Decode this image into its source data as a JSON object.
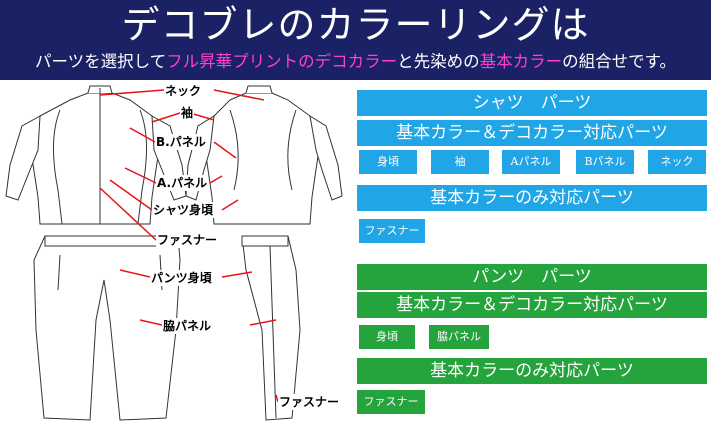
{
  "header": {
    "title": "デコブレのカラーリングは",
    "subtitle_parts": [
      {
        "text": "パーツを選択して",
        "color": "#ffffff"
      },
      {
        "text": "フル昇華プリントのデコカラー",
        "color": "#ff3fd3"
      },
      {
        "text": "と先染めの",
        "color": "#ffffff"
      },
      {
        "text": "基本カラー",
        "color": "#ff3fd3"
      },
      {
        "text": "の組合せです。",
        "color": "#ffffff"
      }
    ],
    "bg_color": "#1a2165"
  },
  "diagram_labels": {
    "neck": "ネック",
    "sleeve": "袖",
    "b_panel": "B.パネル",
    "a_panel": "A.パネル",
    "shirt_body": "シャツ身頃",
    "fastener_shirt": "ファスナー",
    "pants_body": "パンツ身頃",
    "side_panel": "脇パネル",
    "fastener_pants": "ファスナー"
  },
  "shirt_section": {
    "header": "シャツ　パーツ",
    "deco_header": "基本カラー＆デコカラー対応パーツ",
    "deco_parts": [
      "身頃",
      "袖",
      "Aパネル",
      "Bパネル",
      "ネック"
    ],
    "basic_header": "基本カラーのみ対応パーツ",
    "basic_parts": [
      "ファスナー"
    ],
    "color": "#20a6e6"
  },
  "pants_section": {
    "header": "パンツ　パーツ",
    "deco_header": "基本カラー＆デコカラー対応パーツ",
    "deco_parts": [
      "身頃",
      "脇パネル"
    ],
    "basic_header": "基本カラーのみ対応パーツ",
    "basic_parts": [
      "ファスナー"
    ],
    "color": "#25a33c"
  }
}
